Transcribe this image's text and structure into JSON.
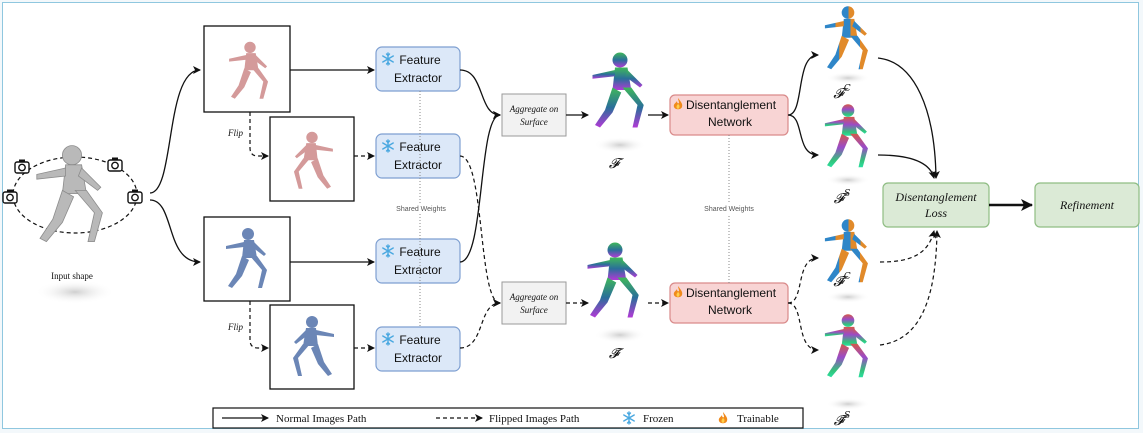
{
  "input": {
    "label": "Input shape"
  },
  "flip_label": "Flip",
  "feature_extractor": {
    "line1": "Feature",
    "line2": "Extractor"
  },
  "aggregate": {
    "line1": "Aggregate on",
    "line2": "Surface"
  },
  "disentanglement_network": {
    "line1": "Disentanglement",
    "line2": "Network"
  },
  "shared_weights": "Shared Weights",
  "features": {
    "f": "𝓕",
    "f_bar": "𝓕̄",
    "f_c": "𝓕",
    "f_c_sup": "C",
    "f_s": "𝓕",
    "f_s_sup": "S",
    "f_bar_c": "𝓕̄",
    "f_bar_c_sup": "C",
    "f_bar_s": "𝓕̄",
    "f_bar_s_sup": "S"
  },
  "loss": {
    "line1": "Disentanglement",
    "line2": "Loss"
  },
  "refinement": "Refinement",
  "legend": {
    "normal": "Normal Images Path",
    "flipped": "Flipped Images Path",
    "frozen": "Frozen",
    "trainable": "Trainable"
  },
  "colors": {
    "frozen_fill": "#dce8f8",
    "frozen_stroke": "#7e9fd1",
    "trainable_fill": "#f8d4d4",
    "trainable_stroke": "#d98a8a",
    "loss_fill": "#dbead6",
    "loss_stroke": "#8fbd83",
    "aggregate_fill": "#f2f2f2",
    "aggregate_stroke": "#9a9a9a",
    "snowflake": "#4aa8e0",
    "flame": "#f08a1c"
  },
  "icons": [
    "camera-icon",
    "snowflake-icon",
    "flame-icon",
    "human-figure-icon"
  ]
}
